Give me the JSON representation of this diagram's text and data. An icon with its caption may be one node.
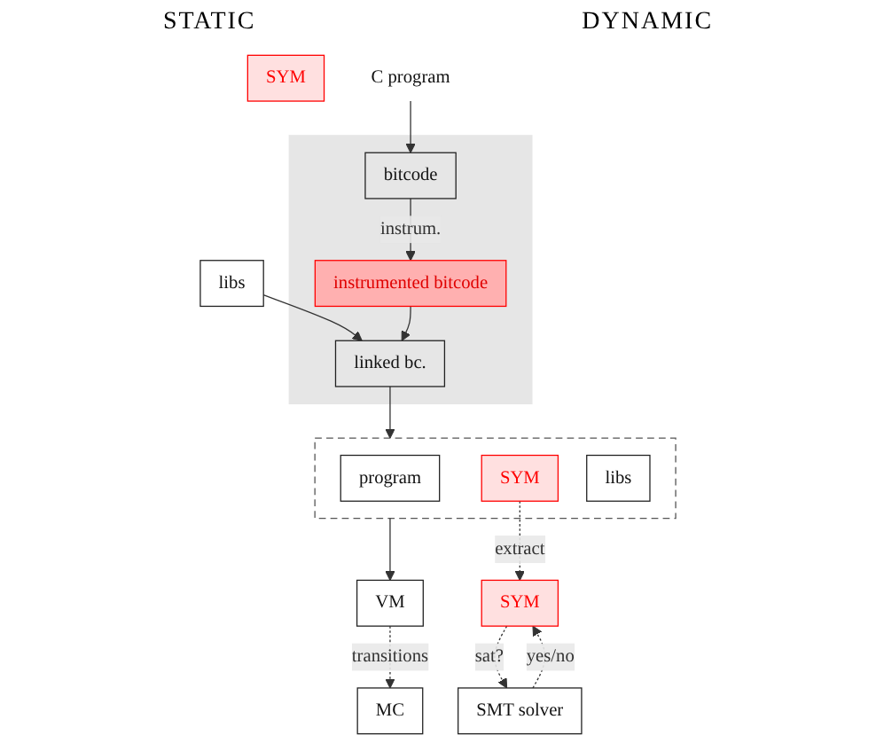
{
  "diagram": {
    "nodes": [
      {
        "text": [
          "SYM"
        ]
      },
      {
        "text": [
          "libs"
        ]
      },
      {
        "text": [],
        "shape": "box"
      },
      {
        "text": [
          "linked bc."
        ],
        "in": 2
      },
      {
        "text": [
          "instrumented bitcode"
        ],
        "in": 2
      },
      {
        "text": [
          "bitcode"
        ],
        "in": 2
      },
      {
        "text": [
          "C program"
        ]
      },
      {
        "text": [],
        "shape": "box"
      },
      {
        "text": [
          "program"
        ],
        "in": 7
      },
      {
        "text": [
          "SYM"
        ],
        "in": 7
      },
      {
        "text": [
          "libs"
        ],
        "in": 7
      },
      {
        "text": [
          "VM"
        ]
      },
      {
        "text": [
          "SYM"
        ]
      },
      {
        "text": [
          "MC"
        ]
      },
      {
        "text": [
          "SMT solver"
        ]
      }
    ],
    "edges": [
      {
        "from": 1,
        "to": 3,
        "arrow": "to"
      },
      {
        "from": 4,
        "to": 3,
        "arrow": "to"
      },
      {
        "from": 5,
        "to": 4,
        "arrow": "to",
        "label": "instrum."
      },
      {
        "from": 6,
        "to": 5,
        "arrow": "to"
      },
      {
        "from": 3,
        "to": 7,
        "arrow": "to"
      },
      {
        "from": 7,
        "to": 11,
        "arrow": "to"
      },
      {
        "from": 11,
        "to": 13,
        "arrow": "to",
        "label": "transitions",
        "style": "dashed"
      },
      {
        "from": 12,
        "to": 14,
        "arrow": "to",
        "label": "sat?",
        "style": "dashed"
      },
      {
        "from": 9,
        "to": 12,
        "arrow": "to",
        "label": "extract",
        "style": "dashed"
      },
      {
        "from": 14,
        "to": 12,
        "arrow": "to",
        "label": "yes/no",
        "style": "dashed"
      }
    ],
    "labels": [
      "STATIC",
      "DYNAMIC"
    ]
  }
}
